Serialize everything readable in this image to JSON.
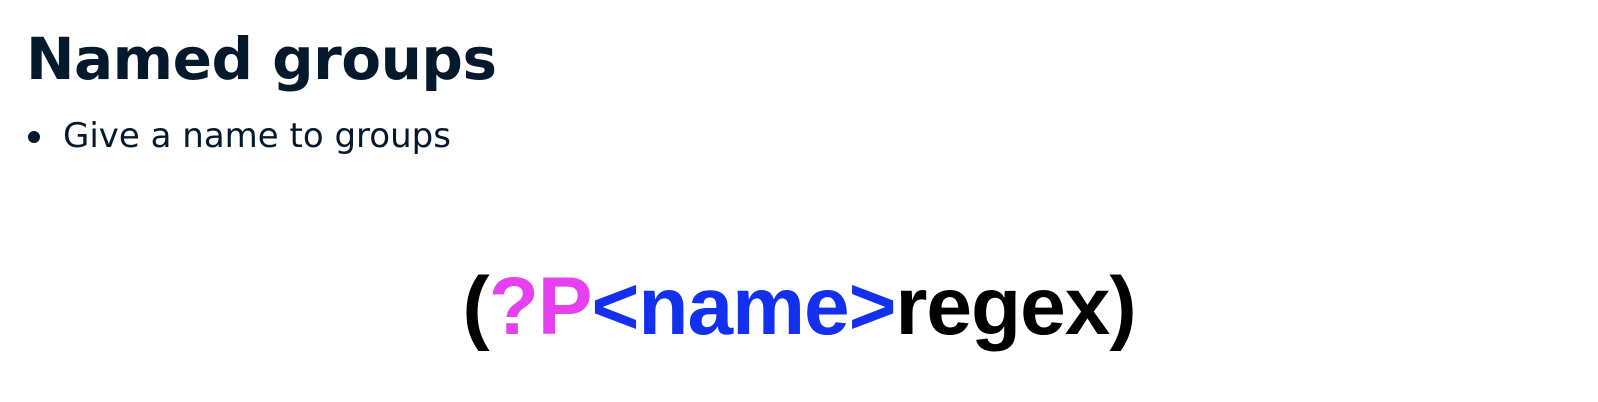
{
  "slide": {
    "title": "Named groups",
    "bullets": [
      "Give a name to groups"
    ]
  },
  "syntax": {
    "open_paren": "(",
    "qmark_p": "?P",
    "open_angle": "<",
    "name": "name",
    "close_angle": ">",
    "regex": "regex",
    "close_paren": ")"
  },
  "colors": {
    "text": "#05192d",
    "magenta": "#e640f0",
    "blue": "#1330ee",
    "black": "#000000"
  }
}
